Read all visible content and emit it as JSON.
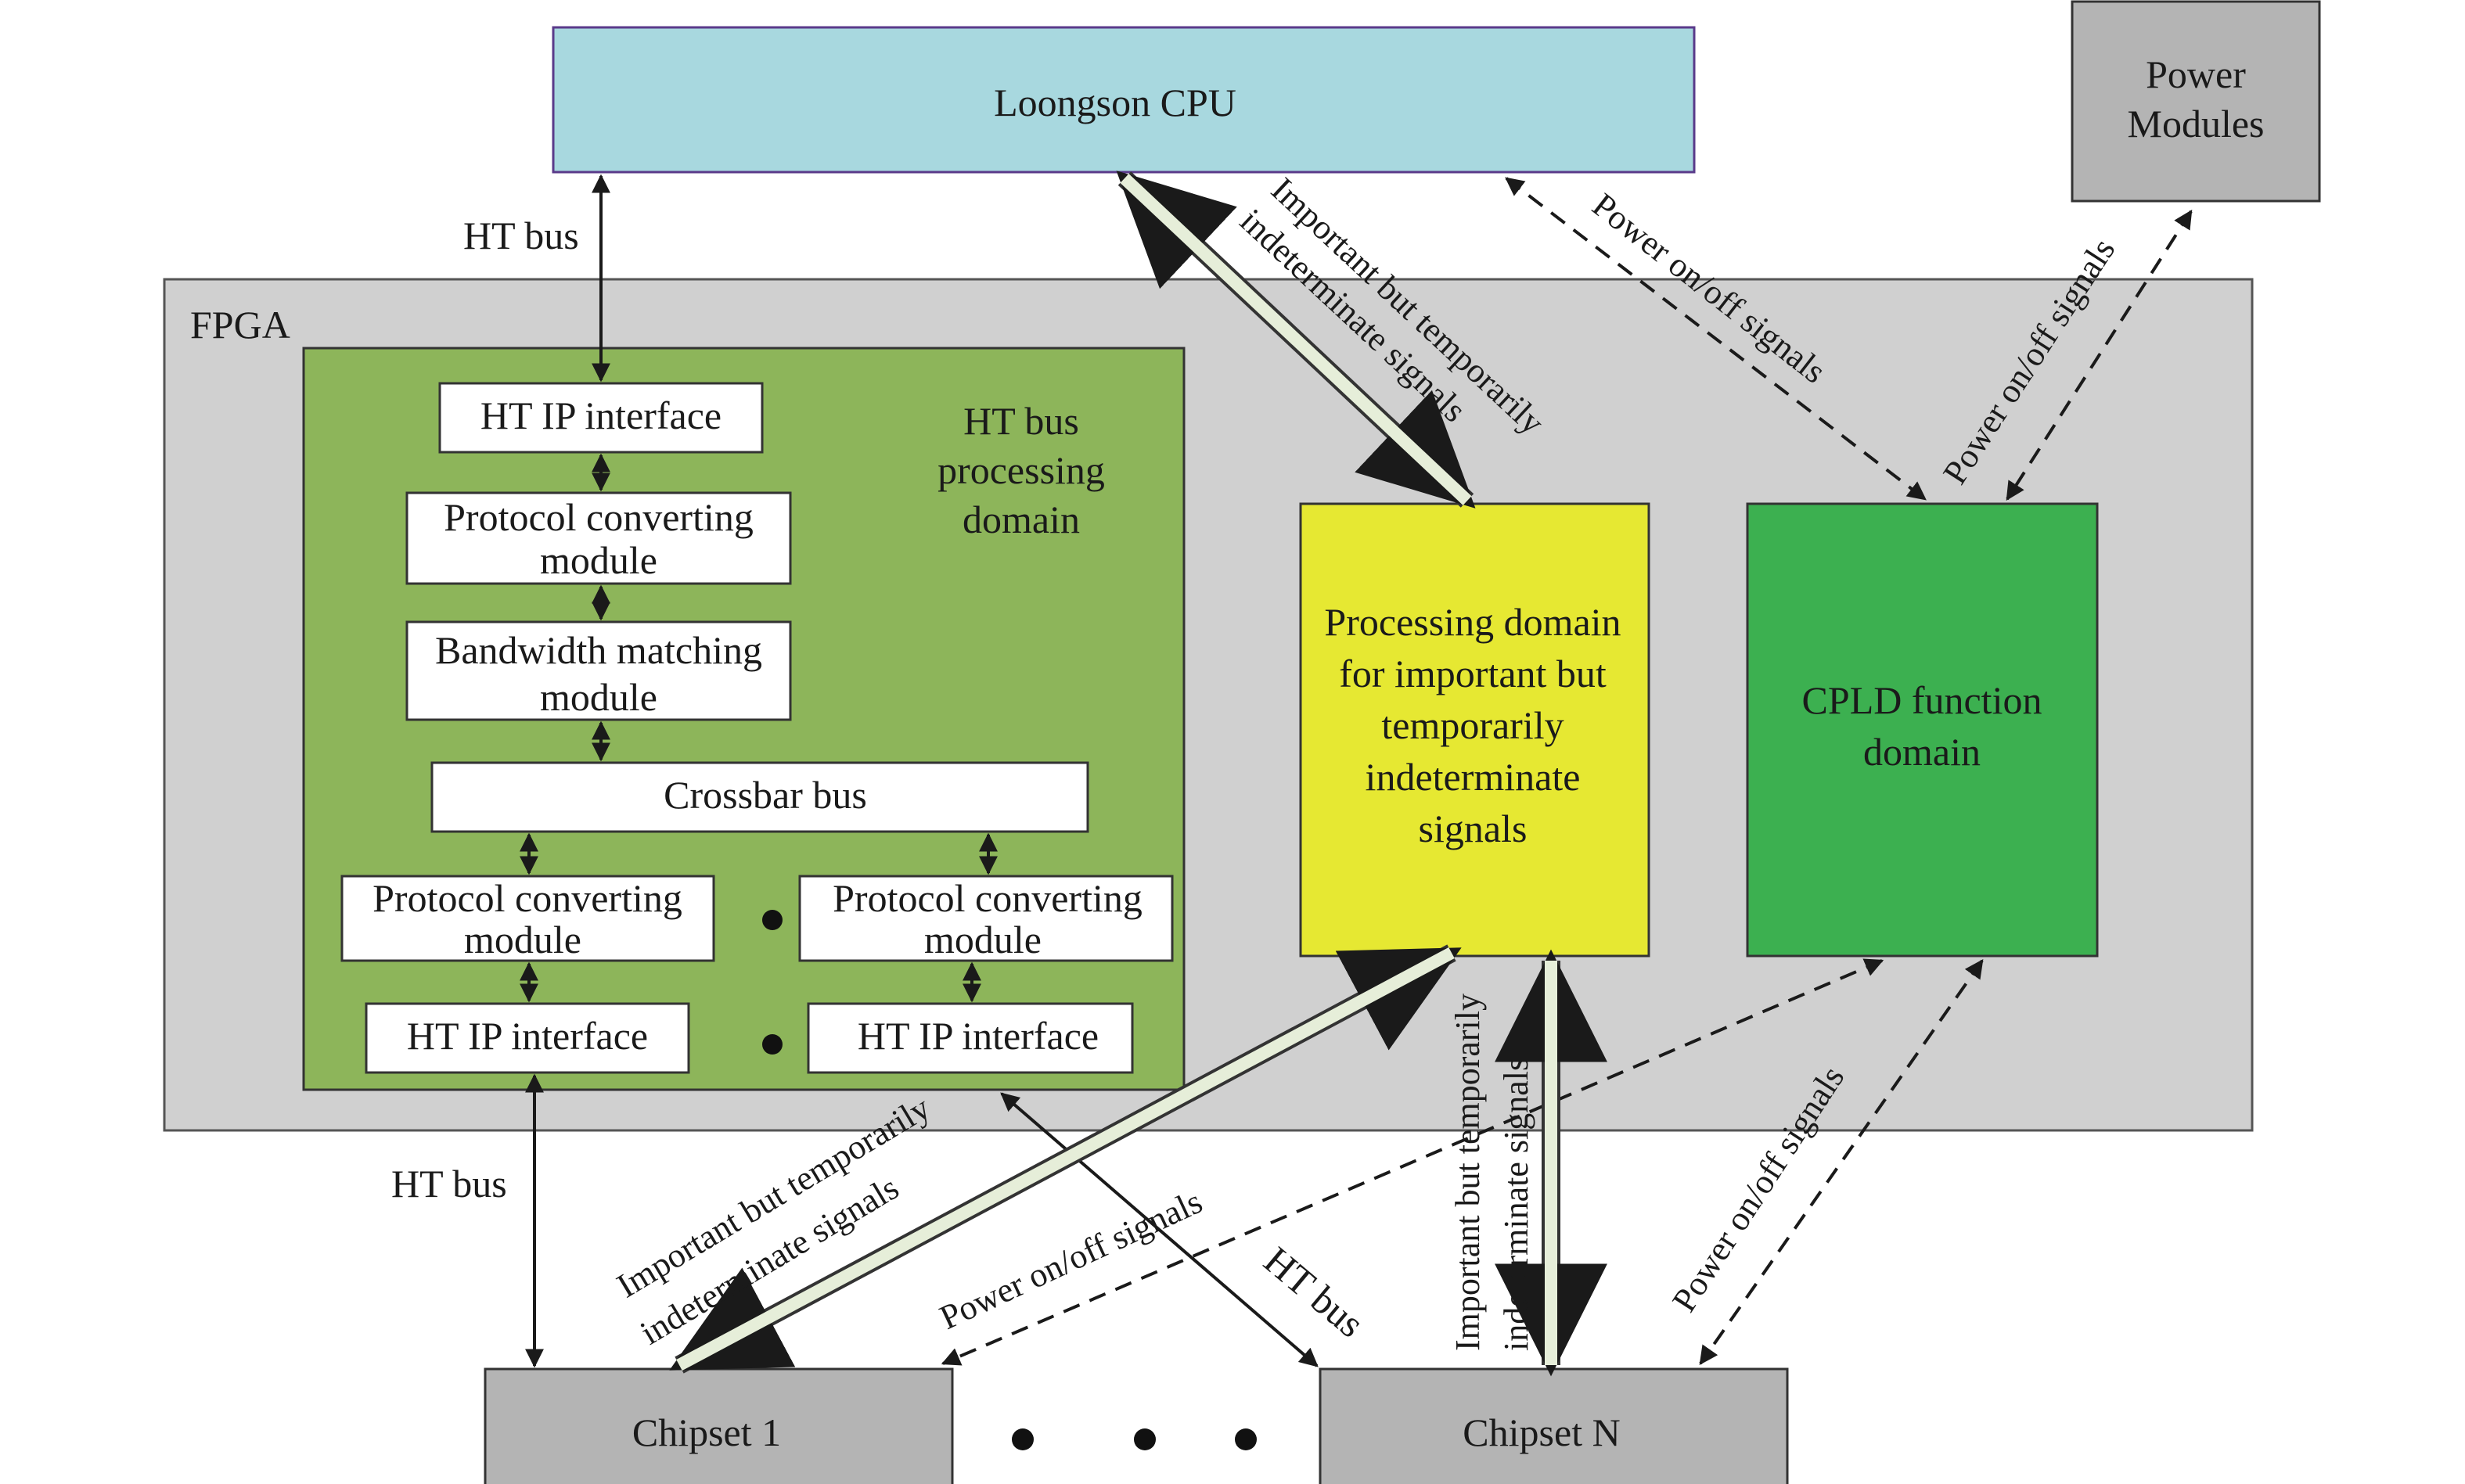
{
  "diagram": {
    "cpu": {
      "label": "Loongson CPU",
      "color": "#a8d8df"
    },
    "power_modules": {
      "line1": "Power",
      "line2": "Modules",
      "color": "#b4b4b4"
    },
    "fpga": {
      "label": "FPGA",
      "color": "#d0d0d0"
    },
    "ht_domain": {
      "title1": "HT bus",
      "title2": "processing",
      "title3": "domain",
      "color": "#8db55a",
      "ht_ip_top": "HT IP interface",
      "protocol_top_1": "Protocol converting",
      "protocol_top_2": "module",
      "bandwidth_1": "Bandwidth matching",
      "bandwidth_2": "module",
      "crossbar": "Crossbar bus",
      "protocol_left_1": "Protocol converting",
      "protocol_left_2": "module",
      "protocol_right_1": "Protocol converting",
      "protocol_right_2": "module",
      "ht_ip_left": "HT IP interface",
      "ht_ip_right": "HT IP interface"
    },
    "proc_domain": {
      "line1": "Processing domain",
      "line2": "for important but",
      "line3": "temporarily",
      "line4": "indeterminate",
      "line5": "signals",
      "color": "#e6e832"
    },
    "cpld": {
      "line1": "CPLD function",
      "line2": "domain",
      "color": "#3cb050"
    },
    "chipset1": {
      "label": "Chipset 1",
      "color": "#b4b4b4"
    },
    "chipsetN": {
      "label": "Chipset N",
      "color": "#b4b4b4"
    },
    "labels": {
      "ht_bus_top": "HT bus",
      "ht_bus_left": "HT bus",
      "ht_bus_diag": "HT bus",
      "important_top_1": "Important but temporarily",
      "important_top_2": "indeterminate signals",
      "power_cpu_cpld": "Power on/off signals",
      "power_pm_cpld": "Power on/off signals",
      "important_bottom_1": "Important but temporarily",
      "important_bottom_2": "indeterminate signals",
      "power_chip1": "Power on/off signals",
      "important_vert_1": "Important but temporarily",
      "important_vert_2": "indeterminate signals",
      "power_chipN": "Power on/off signals"
    }
  }
}
